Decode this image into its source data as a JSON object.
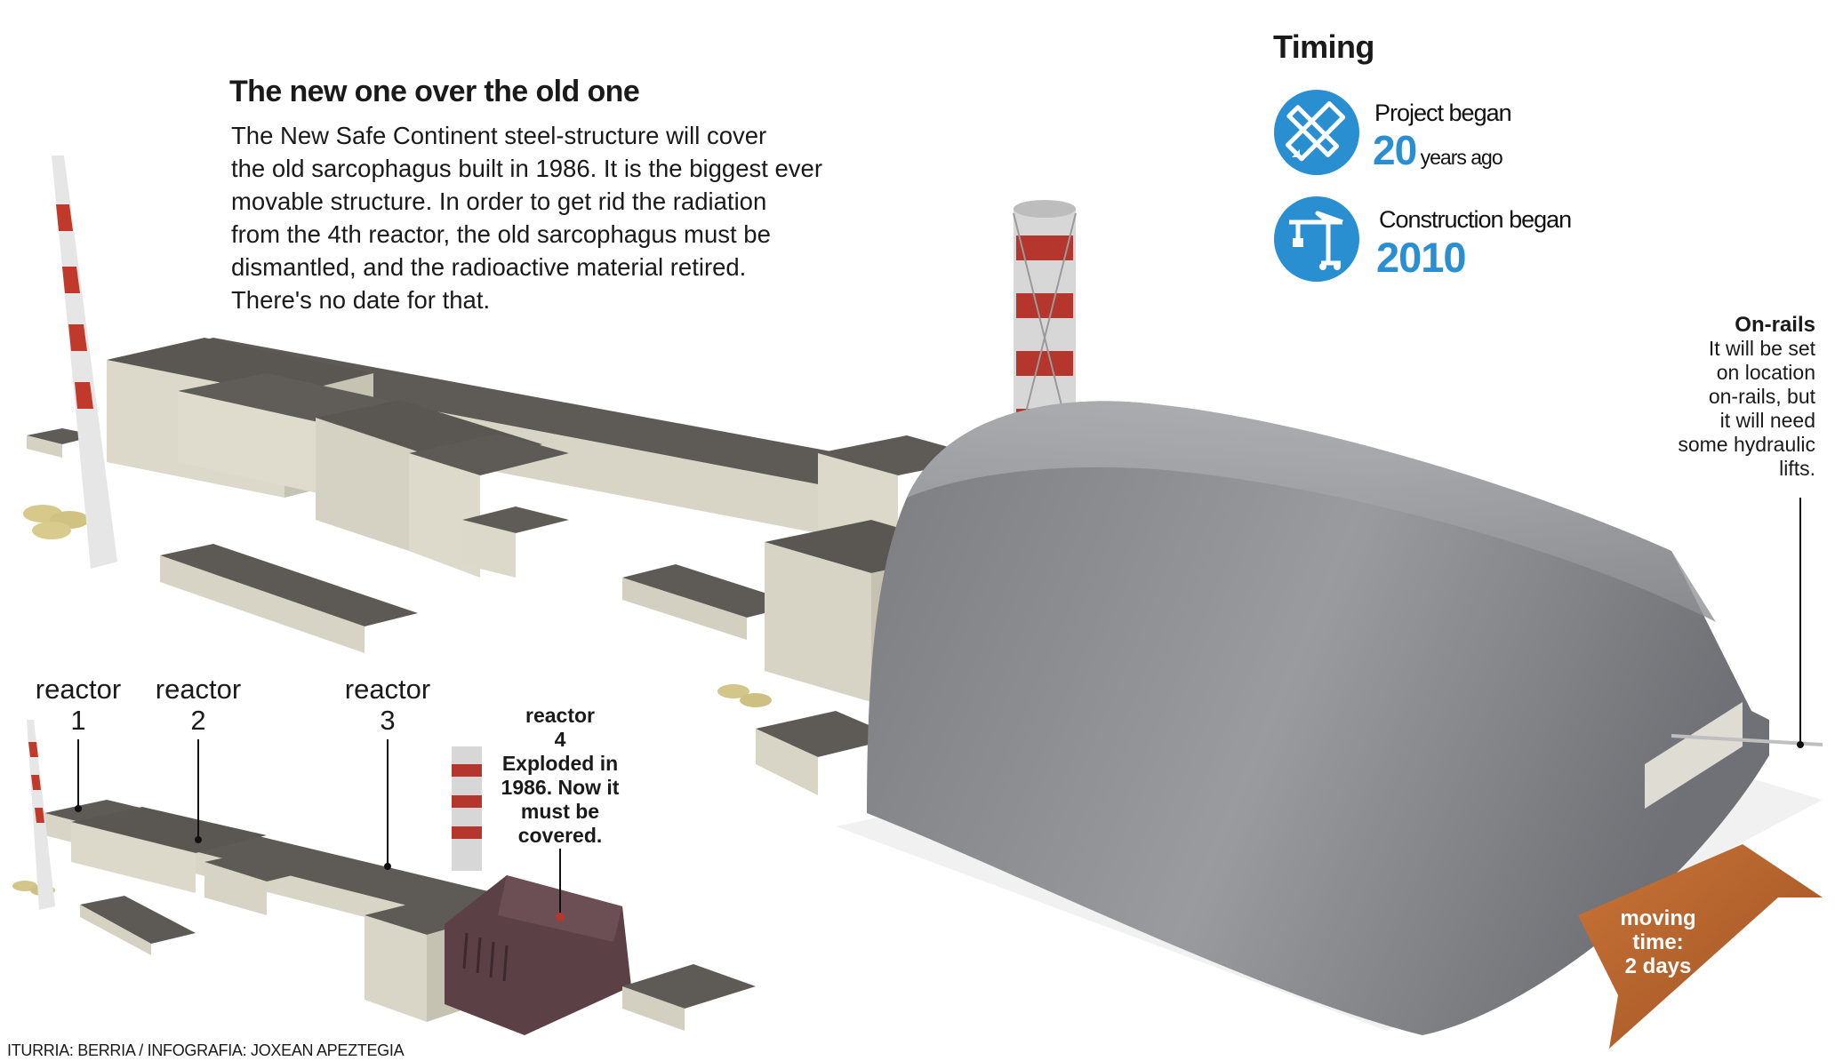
{
  "headline": "The new one over the old one",
  "intro_lines": [
    "The New Safe Continent steel-structure will cover",
    "the old sarcophagus built in 1986. It is the biggest ever",
    "movable structure. In order to get rid the radiation",
    "from the 4th reactor, the old sarcophagus must be",
    "dismantled, and the radioactive material retired.",
    "There's no date for that."
  ],
  "timing": {
    "title": "Timing",
    "project": {
      "label": "Project began",
      "value": "20",
      "suffix": "years ago",
      "icon": "ruler-pencil-icon"
    },
    "construction": {
      "label": "Construction began",
      "value": "2010",
      "icon": "crane-icon"
    }
  },
  "rails": {
    "title": "On-rails",
    "lines": [
      "It will be set",
      "on location",
      "on-rails, but",
      "it will need",
      "some hydraulic",
      "lifts."
    ]
  },
  "reactors": [
    {
      "lines": [
        "reactor",
        "1"
      ]
    },
    {
      "lines": [
        "reactor",
        "2"
      ]
    },
    {
      "lines": [
        "reactor",
        "3"
      ]
    },
    {
      "lines": [
        "reactor",
        "4",
        "Exploded in",
        "1986. Now it",
        "must be",
        "covered."
      ]
    }
  ],
  "moving": {
    "lines": [
      "moving",
      "time:",
      "2 days"
    ]
  },
  "credit": "ITURRIA: BERRIA / INFOGRAFIA: JOXEAN APEZTEGIA",
  "colors": {
    "accent_blue": "#2a8fd0",
    "arch_grey": "#8c8d90",
    "arrow_orange": "#b8642e",
    "sarcophagus_purple": "#5b4045",
    "chimney_red": "#c0392b",
    "concrete": "#d8d4c5",
    "roof": "#5a5a5a"
  }
}
